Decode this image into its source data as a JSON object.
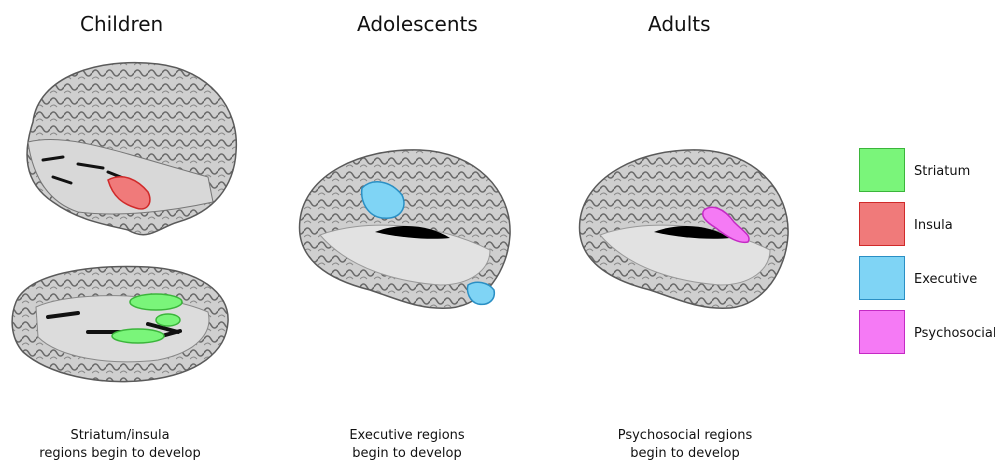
{
  "panels": [
    {
      "title": "Children",
      "caption_line1": "Striatum/insula",
      "caption_line2": "regions begin to develop"
    },
    {
      "title": "Adolescents",
      "caption_line1": "Executive regions",
      "caption_line2": "begin to develop"
    },
    {
      "title": "Adults",
      "caption_line1": "Psychosocial regions",
      "caption_line2": "begin to develop"
    }
  ],
  "legend": [
    {
      "label": "Striatum",
      "color": "#7af57a",
      "border": "#3bb53b"
    },
    {
      "label": "Insula",
      "color": "#f07a7a",
      "border": "#d02a2a"
    },
    {
      "label": "Executive",
      "color": "#7fd4f5",
      "border": "#2a8fc4"
    },
    {
      "label": "Psychosocial",
      "color": "#f57af5",
      "border": "#c42ac4"
    }
  ],
  "colors": {
    "brain_fill": "#c9c9c9",
    "brain_edge": "#5a5a5a",
    "ventricle": "#000000"
  }
}
